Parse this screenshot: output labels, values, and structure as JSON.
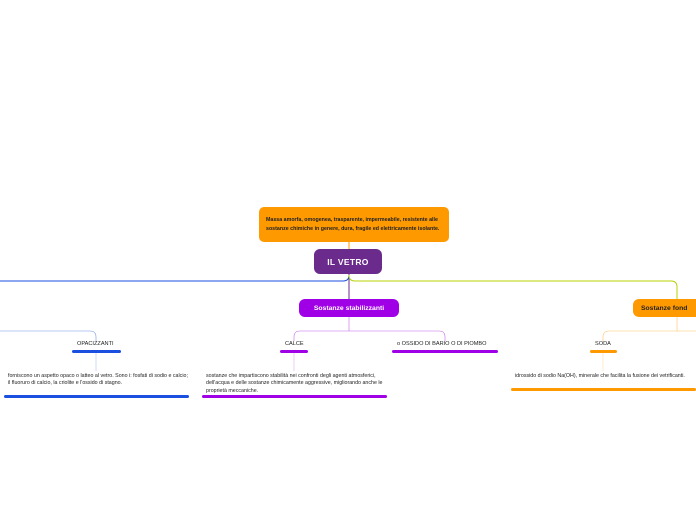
{
  "colors": {
    "center": "#6a2b8c",
    "purple": "#a000e6",
    "orange": "#ff9900",
    "blue": "#1a4fe0",
    "lime": "#b8d000",
    "text": "#222222"
  },
  "center": {
    "title": "IL VETRO"
  },
  "description": "Massa amorfa, omogenea, trasparente, impermeabile, resistente alle sostanze chimiche in genere, dura, fragile ed elettricamente isolante.",
  "branches": {
    "stabilizzanti": {
      "label": "Sostanze stabilizzanti"
    },
    "fondenti": {
      "label": "Sostanze fond"
    }
  },
  "topics": {
    "opacizzanti": {
      "label": "OPACIZZANTI",
      "note": "forniscono un aspetto opaco o latteo al vetro. Sono i: fosfati di sodio e calcio; il fluoruro di calcio, la criolite e l'ossido di stagno."
    },
    "calce": {
      "label": "CALCE",
      "note": "sostanze che impartiscono stabilità nei confronti degli agenti atmosferici, dell'acqua e delle sostanze chimicamente aggressive, migliorando anche le proprietà meccaniche."
    },
    "ossido": {
      "label": "o OSSIDO DI BARIO O DI PIOMBO"
    },
    "soda": {
      "label": "SODA",
      "note": "idrossido di sodio Na(OH), minerale che facilita la fusione dei vetrificanti."
    }
  }
}
